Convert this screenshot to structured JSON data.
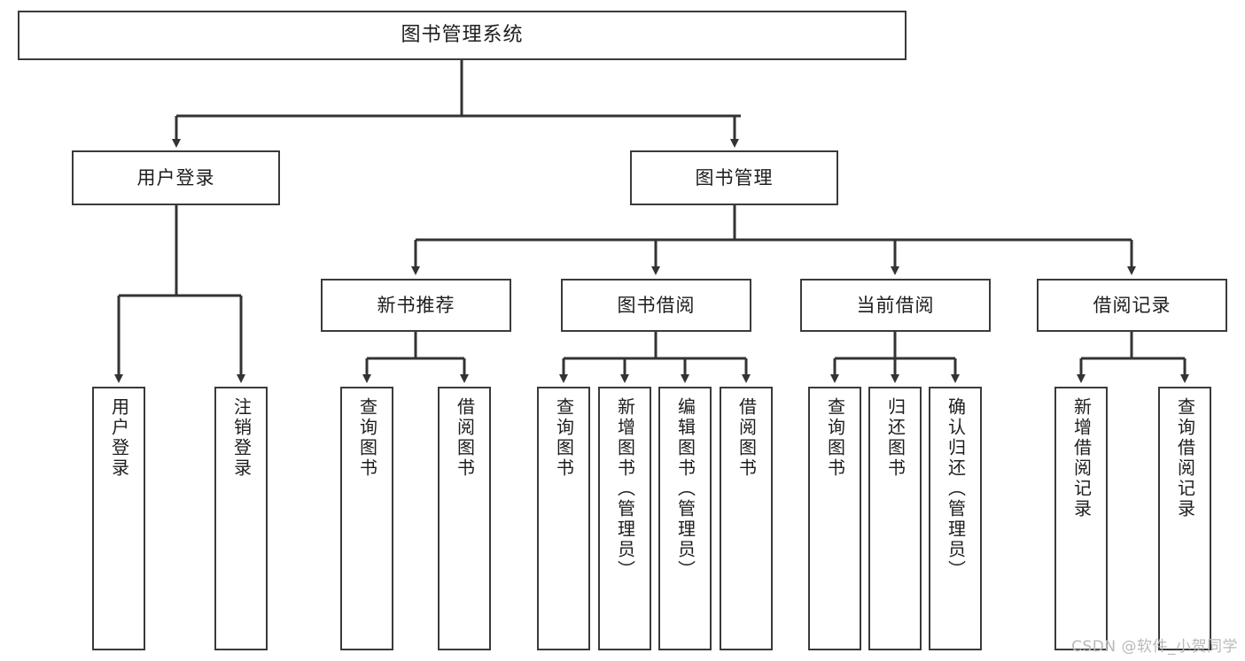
{
  "diagram": {
    "title": "图书管理系统",
    "type": "tree",
    "colors": {
      "box_border": "#3a3a3a",
      "box_fill": "#ffffff",
      "line": "#333333",
      "text": "#1d1d1d",
      "watermark": "#b9b9b9"
    },
    "levels": {
      "root": "图书管理系统",
      "level2": [
        "用户登录",
        "图书管理"
      ],
      "level3": [
        "新书推荐",
        "图书借阅",
        "当前借阅",
        "借阅记录"
      ]
    },
    "nodes": {
      "root": {
        "label": "图书管理系统"
      },
      "user_login": {
        "label": "用户登录"
      },
      "book_manage": {
        "label": "图书管理"
      },
      "new_book_rec": {
        "label": "新书推荐"
      },
      "book_borrow": {
        "label": "图书借阅"
      },
      "current_borrow": {
        "label": "当前借阅"
      },
      "borrow_record": {
        "label": "借阅记录"
      }
    },
    "leaves": {
      "user_login": [
        {
          "label": "用户登录"
        },
        {
          "label": "注销登录"
        }
      ],
      "new_book_rec": [
        {
          "label": "查询图书"
        },
        {
          "label": "借阅图书"
        }
      ],
      "book_borrow": [
        {
          "label": "查询图书"
        },
        {
          "label": "新增图书（管理员）"
        },
        {
          "label": "编辑图书（管理员）"
        },
        {
          "label": "借阅图书"
        }
      ],
      "current_borrow": [
        {
          "label": "查询图书"
        },
        {
          "label": "归还图书"
        },
        {
          "label": "确认归还（管理员）"
        }
      ],
      "borrow_record": [
        {
          "label": "新增借阅记录"
        },
        {
          "label": "查询借阅记录"
        }
      ]
    }
  },
  "watermark": {
    "text": "CSDN @软件_小贺同学"
  }
}
